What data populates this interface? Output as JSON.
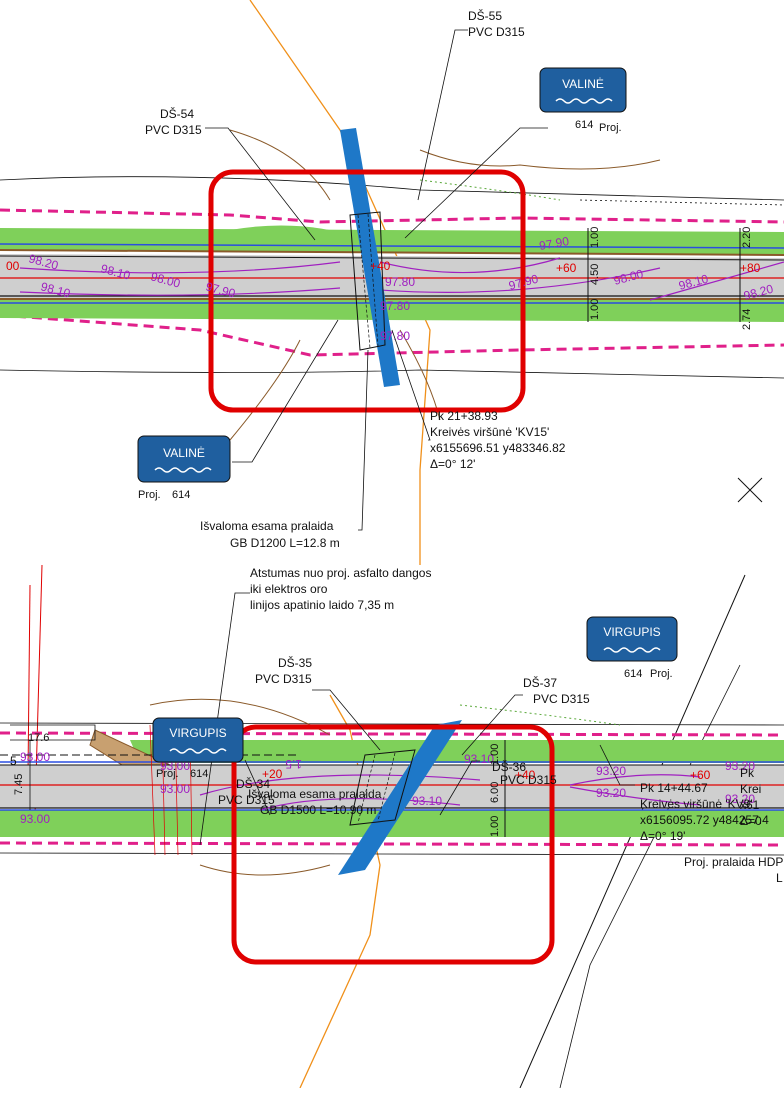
{
  "top": {
    "callouts": {
      "ds55": {
        "name": "DŠ-55",
        "pipe": "PVC D315"
      },
      "ds54": {
        "name": "DŠ-54",
        "pipe": "PVC D315"
      }
    },
    "badge_upper": {
      "name": "VALINĖ",
      "proj_number": "614",
      "proj_label": "Proj."
    },
    "badge_lower": {
      "name": "VALINĖ",
      "proj_label": "Proj.",
      "proj_number": "614"
    },
    "stations": [
      "00",
      "+40",
      "+60",
      "+80"
    ],
    "elevations": [
      "98.20",
      "98.10",
      "98.00",
      "97.90",
      "97.80",
      "97.80",
      "97.90",
      "97.90",
      "98.00",
      "98.10",
      "98.20",
      "98.10",
      "97.80"
    ],
    "dimensions": [
      "1.00",
      "4.50",
      "1.00",
      "2.20",
      "2.74"
    ],
    "curve_info": {
      "line1": "Pk 21+38.93",
      "line2": "Kreivės viršūnė 'KV15'",
      "line3": "x6155696.51 y483346.82",
      "line4": "Δ=0° 12'"
    },
    "culvert": {
      "line1": "Išvaloma esama pralaida",
      "line2": "GB D1200 L=12.8 m"
    }
  },
  "bottom": {
    "header_note": {
      "line1": "Atstumas nuo proj. asfalto dangos",
      "line2": "iki elektros oro",
      "line3": "linijos apatinio laido 7,35 m"
    },
    "badge_upper": {
      "name": "VIRGUPIS",
      "proj_number": "614",
      "proj_label": "Proj."
    },
    "badge_lower": {
      "name": "VIRGUPIS",
      "proj_label": "Proj.",
      "proj_number": "614"
    },
    "callouts": {
      "ds35": {
        "name": "DŠ-35",
        "pipe": "PVC D315"
      },
      "ds37": {
        "name": "DŠ-37",
        "pipe": "PVC D315"
      },
      "ds34": {
        "name": "DŠ-34",
        "pipe": "PVC D315"
      },
      "ds36": {
        "name": "DŠ-36",
        "pipe": "PVC D315"
      }
    },
    "side_dims": [
      "17.6",
      "7.45"
    ],
    "stations": [
      "+20",
      "+40",
      "+60"
    ],
    "elevations": [
      "93.00",
      "93.00",
      "93.10",
      "93.10",
      "93.20",
      "93.20",
      "93.00",
      "93.00",
      "93.20",
      "93.20"
    ],
    "dimensions": [
      "1.00",
      "6.00",
      "1.00"
    ],
    "slope_label": "1.5",
    "curve_info": {
      "line1": "Pk 14+44.67",
      "line2": "Kreivės viršūnė 'KV9'",
      "line3": "x6156095.72 y484257.4",
      "line4": "Δ=0° 19'"
    },
    "curve_right_cut": {
      "line1": "Pk",
      "line2": "Krei",
      "line3": "x61",
      "line4": "Δ=0"
    },
    "culvert": {
      "line1": "Išvaloma esama pralaida",
      "line2": "GB D1500 L=10.90 m"
    },
    "proj_culvert": {
      "line1": "Proj. pralaida HDP",
      "line2": "L"
    },
    "page_number": "5"
  },
  "colors": {
    "highlight": "#e00000",
    "road_grey": "#cfcfcf",
    "verge_green": "#7fd05a",
    "stream_blue": "#1e78c8",
    "badge_blue": "#1f5f9f",
    "magenta_dash": "#e0208a",
    "contour_purple": "#a020c0",
    "axis_red": "#e00000",
    "ditch_blue": "#2a4ee0",
    "orange_line": "#f0901a",
    "brown": "#8a5a2a"
  },
  "icons": [
    "water-waves-icon",
    "x-mark-icon"
  ]
}
